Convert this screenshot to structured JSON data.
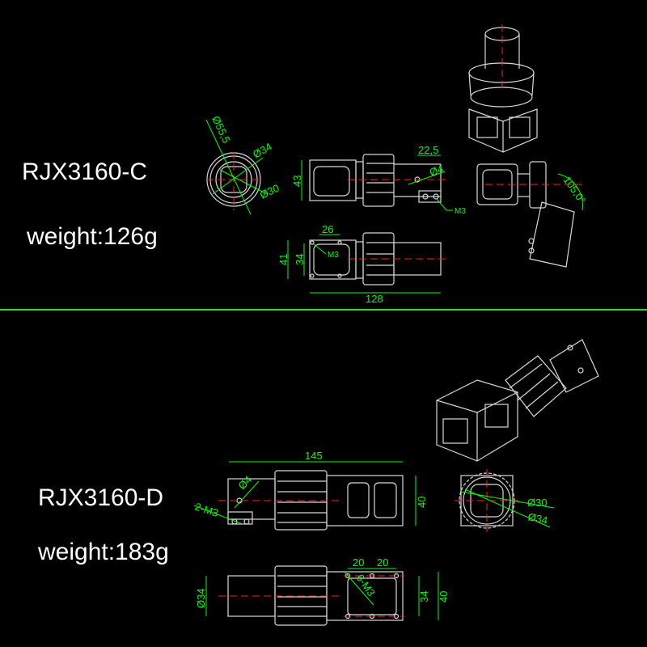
{
  "models": [
    {
      "name": "RJX3160-C",
      "weight": "weight:126g",
      "dimensions": {
        "outer_diameter": "Ø55,5",
        "diameter_34": "Ø34",
        "diameter_30": "Ø30",
        "height": "43",
        "offset": "22,5",
        "hole": "Ø4",
        "thread_side": "M3",
        "width_outer": "41",
        "width_inner": "34",
        "hole_spacing": "26",
        "thread_top": "M3",
        "length": "128",
        "angle": "105,0°"
      }
    },
    {
      "name": "RJX3160-D",
      "weight": "weight:183g",
      "dimensions": {
        "length": "145",
        "hole": "Ø4",
        "thread_side": "2-M3",
        "height": "40",
        "diameter_30": "Ø30",
        "diameter_34": "Ø34",
        "spacing_a": "20",
        "spacing_b": "20",
        "thread_top": "6-M3",
        "tube_diameter": "Ø34",
        "inner_height": "34",
        "outer_height": "40"
      }
    }
  ],
  "colors": {
    "dimension": "#00ff00",
    "centerline": "#ff2020",
    "outline": "#d8d8d8",
    "separator": "#22dd22"
  }
}
